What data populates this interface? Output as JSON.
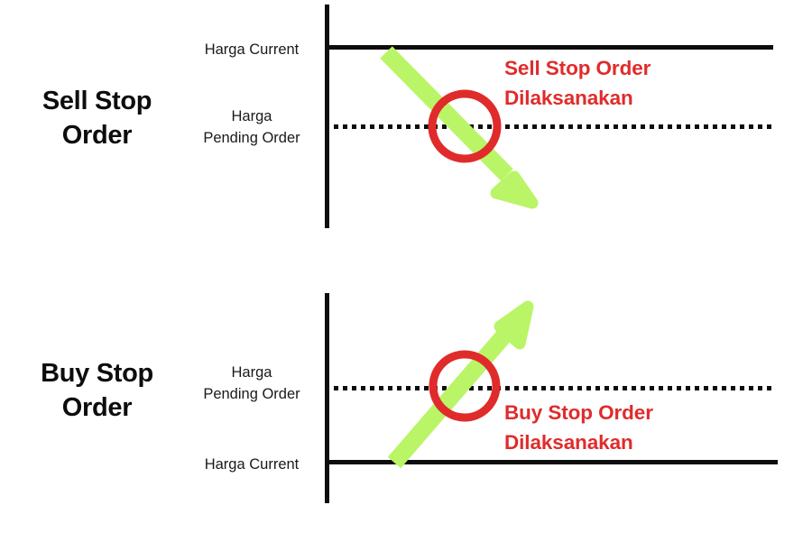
{
  "diagram": {
    "title_present": false,
    "background_color": "#ffffff",
    "colors": {
      "line": "#0d0d0d",
      "arrow_green": "#b9f567",
      "circle_red": "#e02b2b",
      "annotation_red": "#e02b2b",
      "heading_black": "#0d0d0d",
      "label_black": "#1a1a1a"
    },
    "sections": [
      {
        "id": "sell-stop",
        "heading": "Sell Stop\nOrder",
        "annotation": "Sell Stop Order\nDilaksanakan",
        "upper_label": "Harga Current",
        "lower_label": "Harga\nPending Order",
        "upper_line_style": "solid",
        "lower_line_style": "dotted",
        "arrow_direction": "down-right",
        "marker": "red-circle"
      },
      {
        "id": "buy-stop",
        "heading": "Buy Stop\nOrder",
        "annotation": "Buy Stop Order\nDilaksanakan",
        "upper_label": "Harga\nPending Order",
        "lower_label": "Harga Current",
        "upper_line_style": "dotted",
        "lower_line_style": "solid",
        "arrow_direction": "up-right",
        "marker": "red-circle"
      }
    ]
  }
}
